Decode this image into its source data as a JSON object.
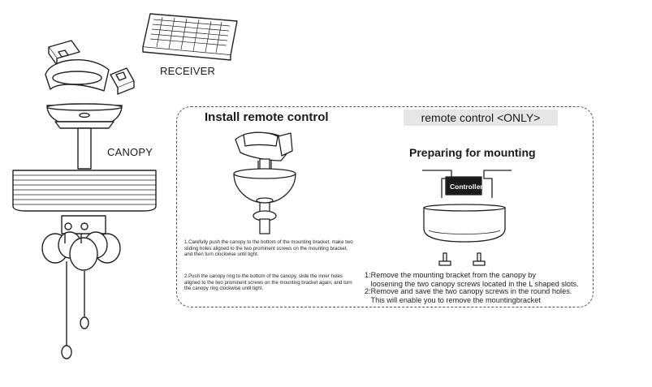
{
  "labels": {
    "receiver": "RECEIVER",
    "canopy": "CANOPY",
    "controller": "Controller"
  },
  "install_panel": {
    "title": "Install remote control",
    "steps": [
      "1.Carefully push the canopy to the bottom of the mounting bracket, make two sliding holes aligned to the two prominent screws on the mounting bracket, and then turn clockwise until tight.",
      "2.Push the canopy ring to the bottom of the canopy, slide the inner holes aligned to the two prominent screws on the mounting bracket again, and turn the canopy ring clockwise until tight."
    ]
  },
  "remote_panel": {
    "title": "remote control <ONLY>",
    "subtitle": "Preparing for mounting",
    "steps": [
      "1:Remove the mounting bracket from the canopy by\n   loosening the two canopy screws located in the L shaped slots.",
      "2:Remove and save the two canopy screws in the round holes.\n   This will enable you to remove the mountingbracket"
    ]
  }
}
